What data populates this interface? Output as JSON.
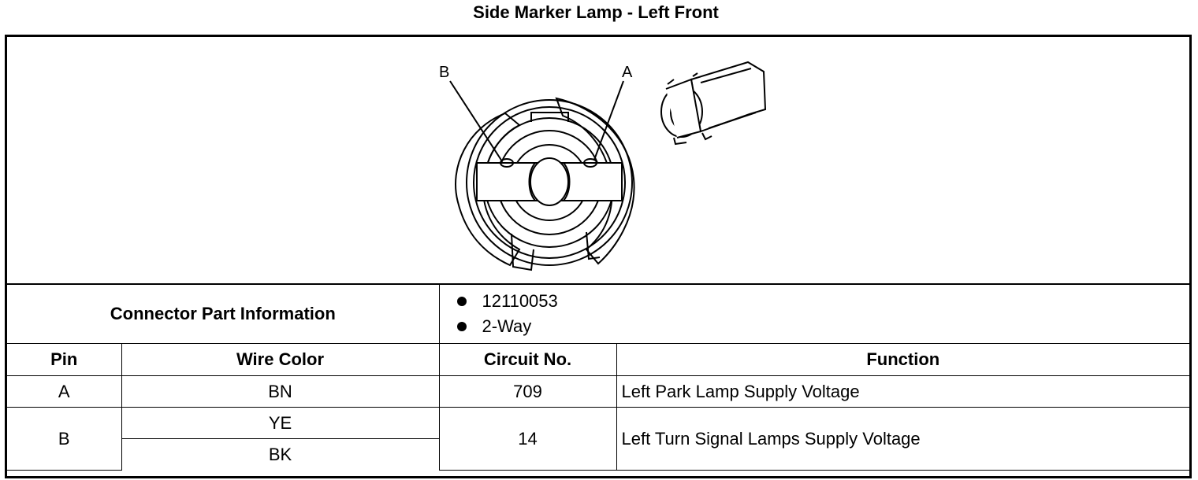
{
  "title": "Side Marker Lamp - Left Front",
  "figure": {
    "pin_labels": [
      "B",
      "A"
    ],
    "face_view_icon": "connector-face-view-icon",
    "side_view_icon": "connector-side-view-icon"
  },
  "connector_info": {
    "label": "Connector Part Information",
    "items": [
      "12110053",
      "2-Way"
    ]
  },
  "table": {
    "headers": [
      "Pin",
      "Wire Color",
      "Circuit No.",
      "Function"
    ],
    "rows": [
      {
        "pin": "A",
        "wire_colors": [
          "BN"
        ],
        "circuit": "709",
        "function": "Left Park Lamp Supply Voltage"
      },
      {
        "pin": "B",
        "wire_colors": [
          "YE",
          "BK"
        ],
        "circuit": "14",
        "function": "Left Turn Signal Lamps Supply Voltage"
      }
    ]
  }
}
